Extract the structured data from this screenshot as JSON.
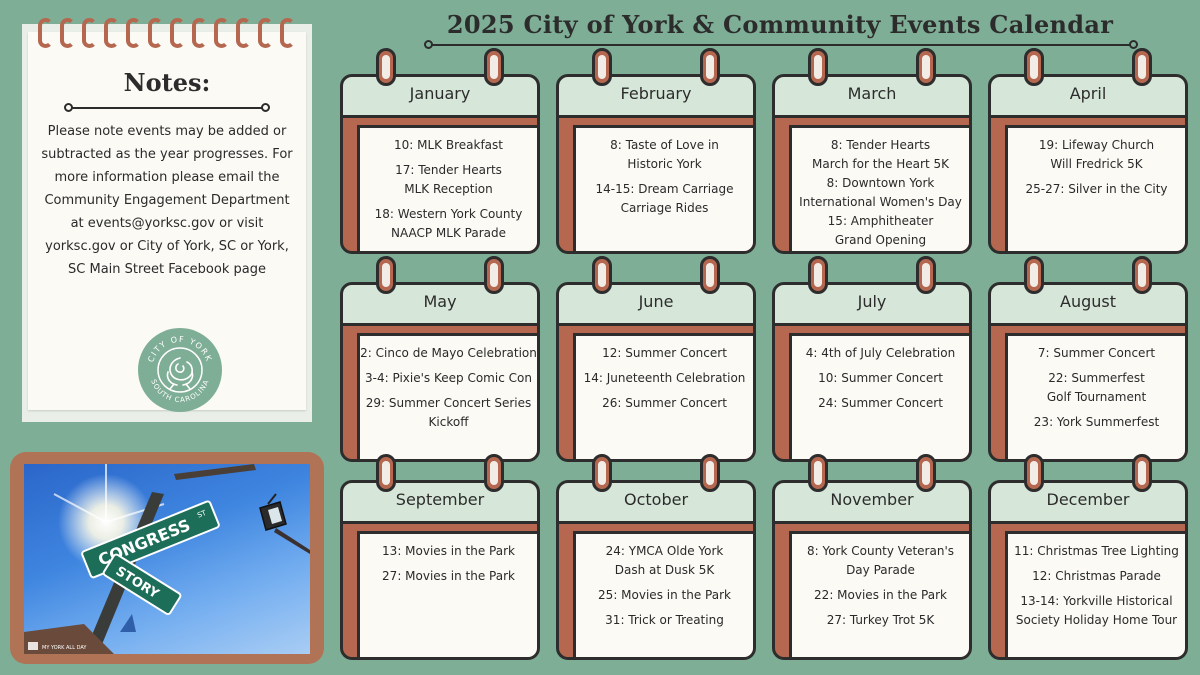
{
  "title": "2025 City of York & Community Events Calendar",
  "notes": {
    "heading": "Notes:",
    "body": "Please note events may be added or subtracted as the year progresses. For more information please email the Community Engagement Department at events@yorksc.gov or visit yorksc.gov or City of York, SC or York, SC Main Street Facebook page",
    "seal_text_top": "CITY OF YORK",
    "seal_text_bottom": "SOUTH CAROLINA"
  },
  "photo": {
    "sign_street": "CONGRESS",
    "sign_suffix": "ST",
    "sign_lower": "STORY",
    "watermark": "MY YORK ALL DAY"
  },
  "months": [
    {
      "name": "January",
      "events": [
        "10: MLK Breakfast",
        "17: Tender Hearts\nMLK Reception",
        "18: Western York County\nNAACP MLK Parade"
      ]
    },
    {
      "name": "February",
      "events": [
        "8: Taste of Love in\nHistoric York",
        "14-15: Dream Carriage\nCarriage Rides"
      ]
    },
    {
      "name": "March",
      "events": [
        "8: Tender Hearts\nMarch for the Heart 5K\n8: Downtown York\nInternational Women's Day\n15: Amphitheater\nGrand Opening"
      ]
    },
    {
      "name": "April",
      "events": [
        "19: Lifeway Church\nWill Fredrick 5K",
        "25-27: Silver in the City"
      ]
    },
    {
      "name": "May",
      "events": [
        "2: Cinco de Mayo Celebration",
        "3-4: Pixie's Keep Comic Con",
        "29: Summer Concert Series\nKickoff"
      ]
    },
    {
      "name": "June",
      "events": [
        "12: Summer Concert",
        "14: Juneteenth Celebration",
        "26: Summer Concert"
      ]
    },
    {
      "name": "July",
      "events": [
        "4: 4th of July Celebration",
        "10: Summer Concert",
        "24: Summer Concert"
      ]
    },
    {
      "name": "August",
      "events": [
        "7: Summer Concert",
        "22: Summerfest\nGolf Tournament",
        "23: York Summerfest"
      ]
    },
    {
      "name": "September",
      "events": [
        "13: Movies in the Park",
        "27: Movies in the Park"
      ]
    },
    {
      "name": "October",
      "events": [
        "24: YMCA Olde York\nDash at Dusk 5K",
        "25: Movies in the Park",
        "31: Trick or Treating"
      ]
    },
    {
      "name": "November",
      "events": [
        "8: York County Veteran's\nDay Parade",
        "22: Movies in the Park",
        "27: Turkey Trot 5K"
      ]
    },
    {
      "name": "December",
      "events": [
        "11: Christmas Tree Lighting",
        "12: Christmas Parade",
        "13-14: Yorkville Historical\nSociety Holiday Home Tour"
      ]
    }
  ],
  "colors": {
    "background": "#7fae96",
    "card_header": "#d6e6d8",
    "accent": "#b5684f",
    "paper": "#fbfaf5",
    "ink": "#2d2d2d"
  }
}
